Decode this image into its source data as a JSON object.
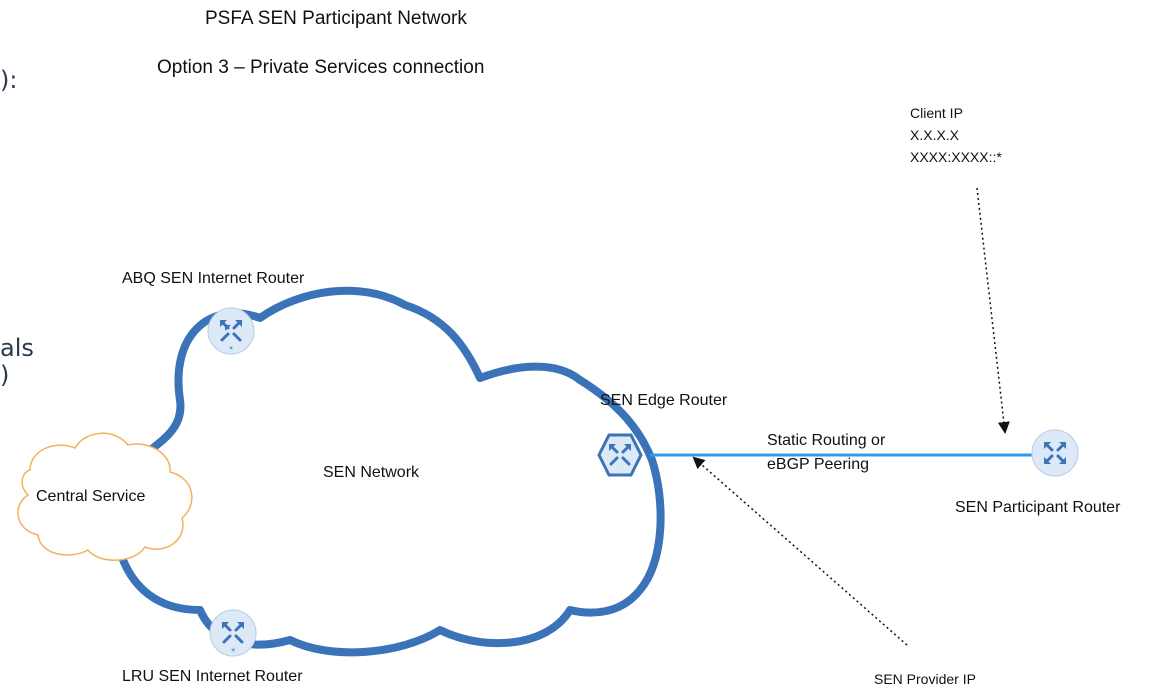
{
  "title": "PSFA SEN Participant Network",
  "subtitle": "Option 3 – Private Services connection",
  "clipped_left_text": {
    "line1": "):",
    "line2": "als",
    "line3": ")"
  },
  "client_ip": {
    "label": "Client IP",
    "ipv4": "X.X.X.X",
    "ipv6": "XXXX:XXXX::*"
  },
  "abq_router_label": "ABQ SEN Internet Router",
  "lru_router_label": "LRU SEN Internet Router",
  "edge_router_label": "SEN Edge Router",
  "participant_router_label": "SEN Participant Router",
  "sen_network_label": "SEN Network",
  "central_service_label": "Central Service",
  "link_label": {
    "line1": "Static Routing or",
    "line2": "eBGP Peering"
  },
  "provider_ip_label": "SEN Provider IP",
  "colors": {
    "sen_cloud_stroke": "#3a73b8",
    "central_cloud_stroke": "#f2b25c",
    "link_line": "#2f9bf0",
    "router_fill": "#dce9f6",
    "router_icon": "#3d73b8"
  },
  "icons": [
    "router-icon"
  ]
}
